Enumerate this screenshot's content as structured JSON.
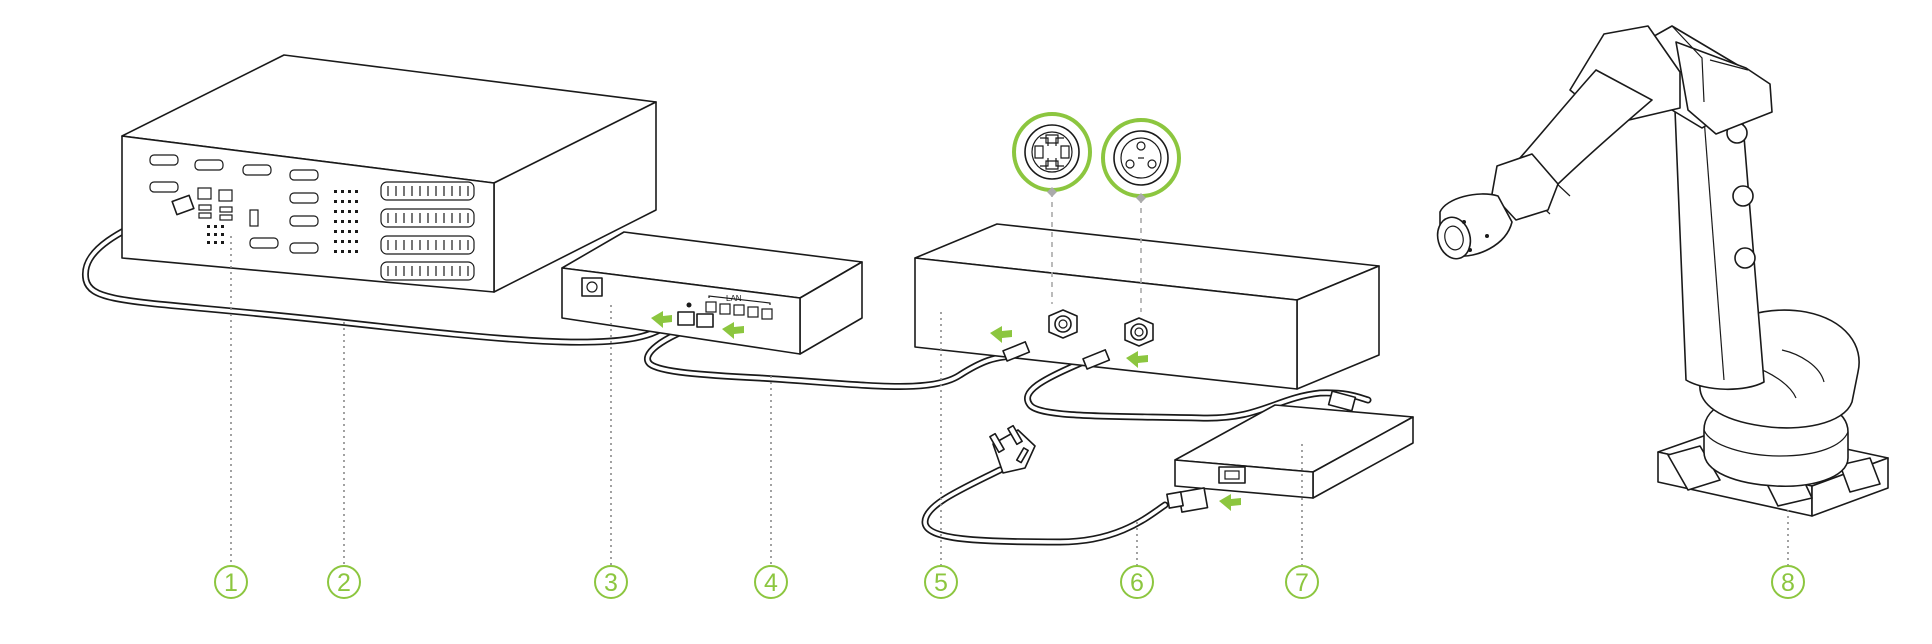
{
  "accent_color": "#8cc63f",
  "line_color": "#1a1a1a",
  "switch": {
    "port_label": "LAN"
  },
  "callouts": [
    {
      "label": "1"
    },
    {
      "label": "2"
    },
    {
      "label": "3"
    },
    {
      "label": "4"
    },
    {
      "label": "5"
    },
    {
      "label": "6"
    },
    {
      "label": "7"
    },
    {
      "label": "8"
    }
  ],
  "icons": [
    "connector-pinout-4pin-icon",
    "connector-pinout-3pin-icon",
    "green-arrow-icon",
    "ac-power-plug-icon",
    "industrial-robot-arm-icon"
  ]
}
